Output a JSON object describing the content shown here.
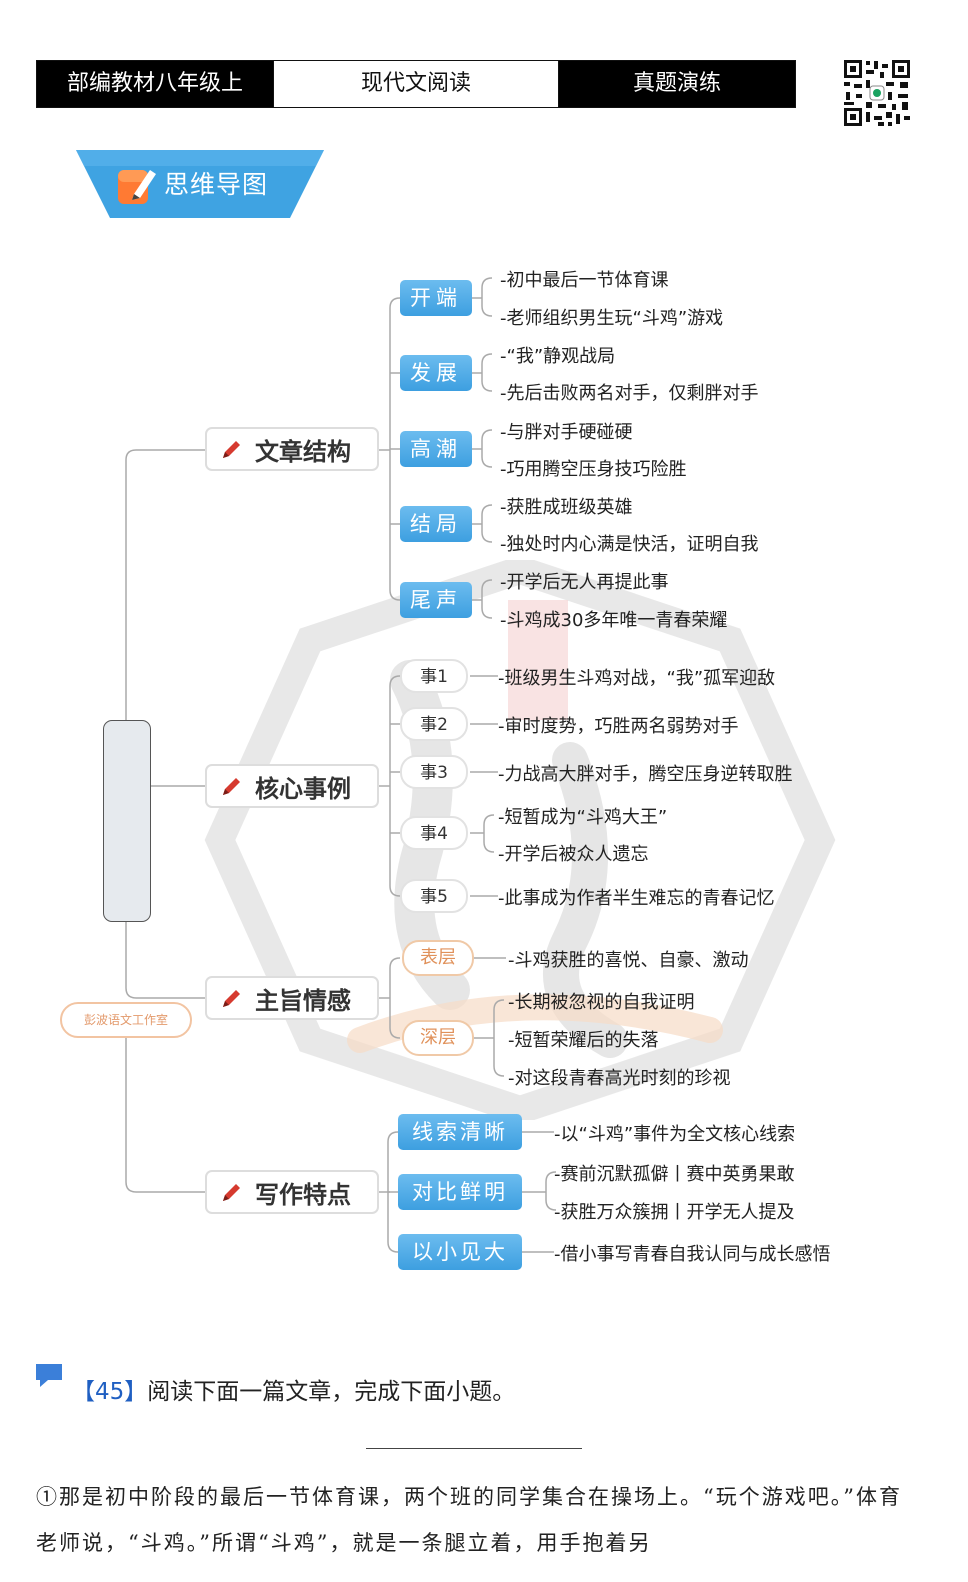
{
  "header": {
    "cell1": "部编教材八年级上",
    "cell2": "现代文阅读",
    "cell3": "真题演练"
  },
  "banner": {
    "title": "思维导图"
  },
  "studio": {
    "label": "彭波语文工作室"
  },
  "mindmap": {
    "structure": {
      "label": "文章结构",
      "items": [
        {
          "tag": "开端",
          "leaves": [
            "-初中最后一节体育课",
            "-老师组织男生玩“斗鸡”游戏"
          ]
        },
        {
          "tag": "发展",
          "leaves": [
            "-“我”静观战局",
            "-先后击败两名对手，仅剩胖对手"
          ]
        },
        {
          "tag": "高潮",
          "leaves": [
            "-与胖对手硬碰硬",
            "-巧用腾空压身技巧险胜"
          ]
        },
        {
          "tag": "结局",
          "leaves": [
            "-获胜成班级英雄",
            "-独处时内心满是快活，证明自我"
          ]
        },
        {
          "tag": "尾声",
          "leaves": [
            "-开学后无人再提此事",
            "-斗鸡成30多年唯一青春荣耀"
          ]
        }
      ]
    },
    "events": {
      "label": "核心事例",
      "items": [
        {
          "tag": "事1",
          "leaves": [
            "-班级男生斗鸡对战，“我”孤军迎敌"
          ]
        },
        {
          "tag": "事2",
          "leaves": [
            "-审时度势，巧胜两名弱势对手"
          ]
        },
        {
          "tag": "事3",
          "leaves": [
            "-力战高大胖对手，腾空压身逆转取胜"
          ]
        },
        {
          "tag": "事4",
          "leaves": [
            "-短暂成为“斗鸡大王”",
            "-开学后被众人遗忘"
          ]
        },
        {
          "tag": "事5",
          "leaves": [
            "-此事成为作者半生难忘的青春记忆"
          ]
        }
      ]
    },
    "emotion": {
      "label": "主旨情感",
      "items": [
        {
          "tag": "表层",
          "leaves": [
            "-斗鸡获胜的喜悦、自豪、激动"
          ]
        },
        {
          "tag": "深层",
          "leaves": [
            "-长期被忽视的自我证明",
            "-短暂荣耀后的失落",
            "-对这段青春高光时刻的珍视"
          ]
        }
      ]
    },
    "writing": {
      "label": "写作特点",
      "items": [
        {
          "tag": "线索清晰",
          "leaves": [
            "-以“斗鸡”事件为全文核心线索"
          ]
        },
        {
          "tag": "对比鲜明",
          "leaves": [
            "-赛前沉默孤僻丨赛中英勇果敢",
            "-获胜万众簇拥丨开学无人提及"
          ]
        },
        {
          "tag": "以小见大",
          "leaves": [
            "-借小事写青春自我认同与成长感悟"
          ]
        }
      ]
    }
  },
  "question": {
    "number": "【45】",
    "text": "阅读下面一篇文章，完成下面小题。"
  },
  "article": {
    "paragraph1": "①那是初中阶段的最后一节体育课，两个班的同学集合在操场上。“玩个游戏吧。”体育老师说，“斗鸡。”所谓“斗鸡”，就是一条腿立着，用手抱着另"
  },
  "colors": {
    "tag_blue": "#3d9fe0",
    "pen_red": "#d63a2f",
    "studio_orange": "#e39a6c",
    "question_blue": "#1f5fc2"
  }
}
